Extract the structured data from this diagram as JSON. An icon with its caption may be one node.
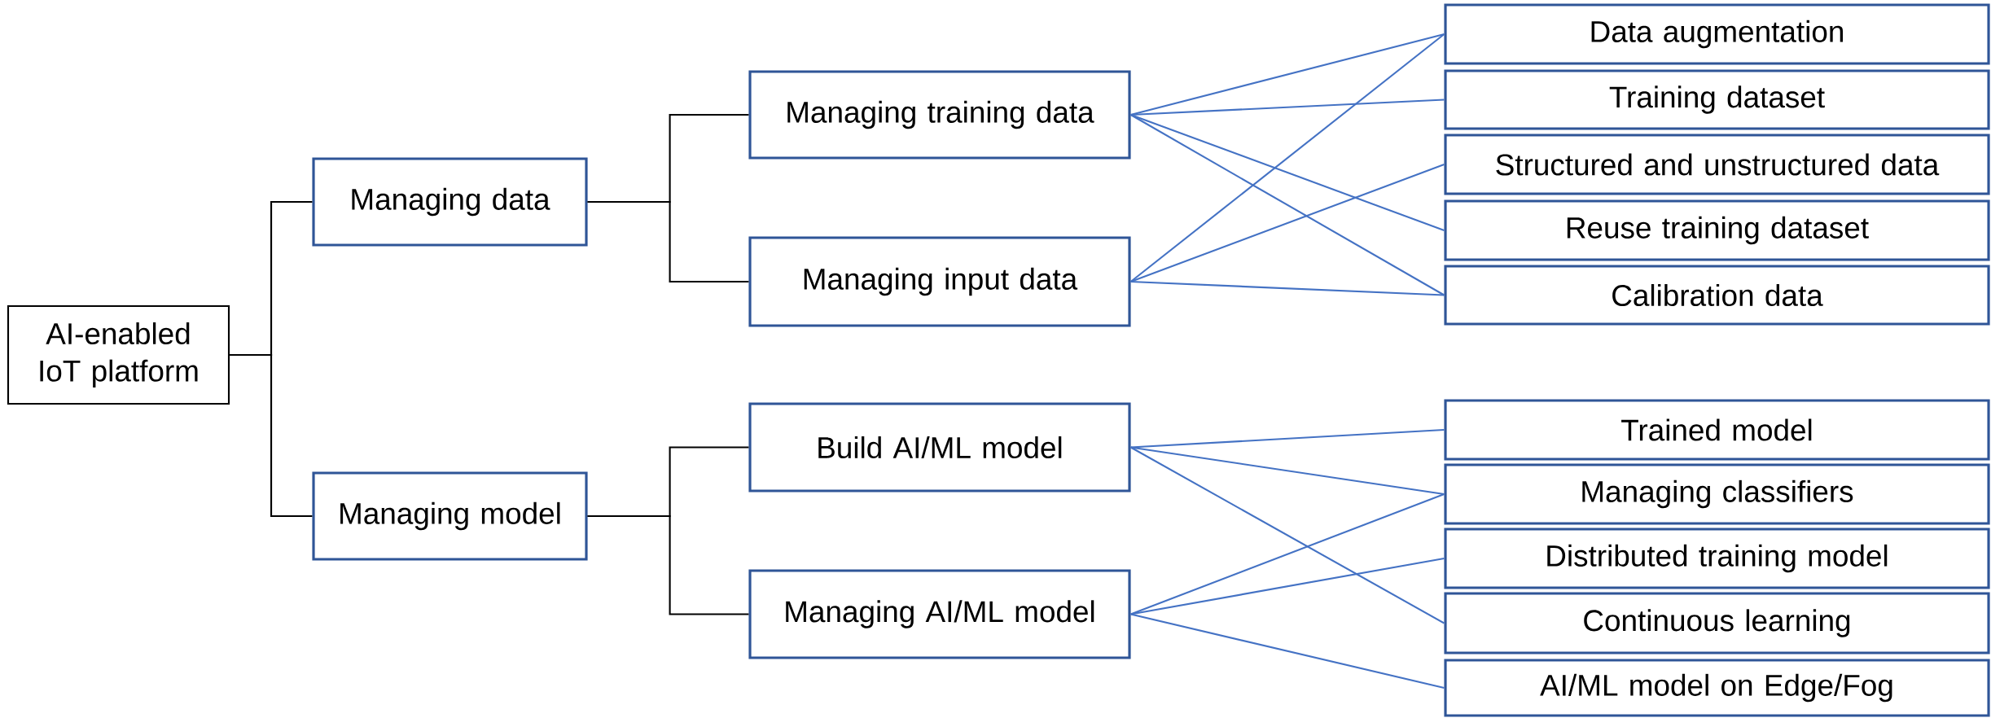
{
  "diagram": {
    "nodes": [
      {
        "text": [
          "AI-enabled IoT platform"
        ]
      },
      {
        "text": [
          "Managing data"
        ]
      },
      {
        "text": [
          "Managing model"
        ]
      },
      {
        "text": [
          "Managing training data"
        ]
      },
      {
        "text": [
          "Managing input data"
        ]
      },
      {
        "text": [
          "Build AI/ML model"
        ]
      },
      {
        "text": [
          "Managing AI/ML model"
        ]
      },
      {
        "text": [
          "Data augmentation"
        ]
      },
      {
        "text": [
          "Training dataset"
        ]
      },
      {
        "text": [
          "Structured and unstructured data"
        ]
      },
      {
        "text": [
          "Reuse training dataset"
        ]
      },
      {
        "text": [
          "Calibration data"
        ]
      },
      {
        "text": [
          "Trained model"
        ]
      },
      {
        "text": [
          "Managing classifiers"
        ]
      },
      {
        "text": [
          "Distributed training model"
        ]
      },
      {
        "text": [
          "Continuous learning"
        ]
      },
      {
        "text": [
          "AI/ML model on Edge/Fog"
        ]
      }
    ],
    "edges": [
      {
        "from": 0,
        "to": 1,
        "arrow": "none",
        "color": "#000000"
      },
      {
        "from": 0,
        "to": 2,
        "arrow": "none",
        "color": "#000000"
      },
      {
        "from": 1,
        "to": 3,
        "arrow": "none",
        "color": "#000000"
      },
      {
        "from": 1,
        "to": 4,
        "arrow": "none",
        "color": "#000000"
      },
      {
        "from": 2,
        "to": 5,
        "arrow": "none",
        "color": "#000000"
      },
      {
        "from": 2,
        "to": 6,
        "arrow": "none",
        "color": "#000000"
      },
      {
        "from": 3,
        "to": 7,
        "arrow": "none"
      },
      {
        "from": 3,
        "to": 8,
        "arrow": "none"
      },
      {
        "from": 3,
        "to": 10,
        "arrow": "none"
      },
      {
        "from": 3,
        "to": 11,
        "arrow": "none"
      },
      {
        "from": 4,
        "to": 7,
        "arrow": "none"
      },
      {
        "from": 4,
        "to": 9,
        "arrow": "none"
      },
      {
        "from": 4,
        "to": 11,
        "arrow": "none"
      },
      {
        "from": 5,
        "to": 12,
        "arrow": "none"
      },
      {
        "from": 5,
        "to": 13,
        "arrow": "none"
      },
      {
        "from": 5,
        "to": 15,
        "arrow": "none"
      },
      {
        "from": 6,
        "to": 13,
        "arrow": "none"
      },
      {
        "from": 6,
        "to": 14,
        "arrow": "none"
      },
      {
        "from": 6,
        "to": 16,
        "arrow": "none"
      }
    ]
  }
}
